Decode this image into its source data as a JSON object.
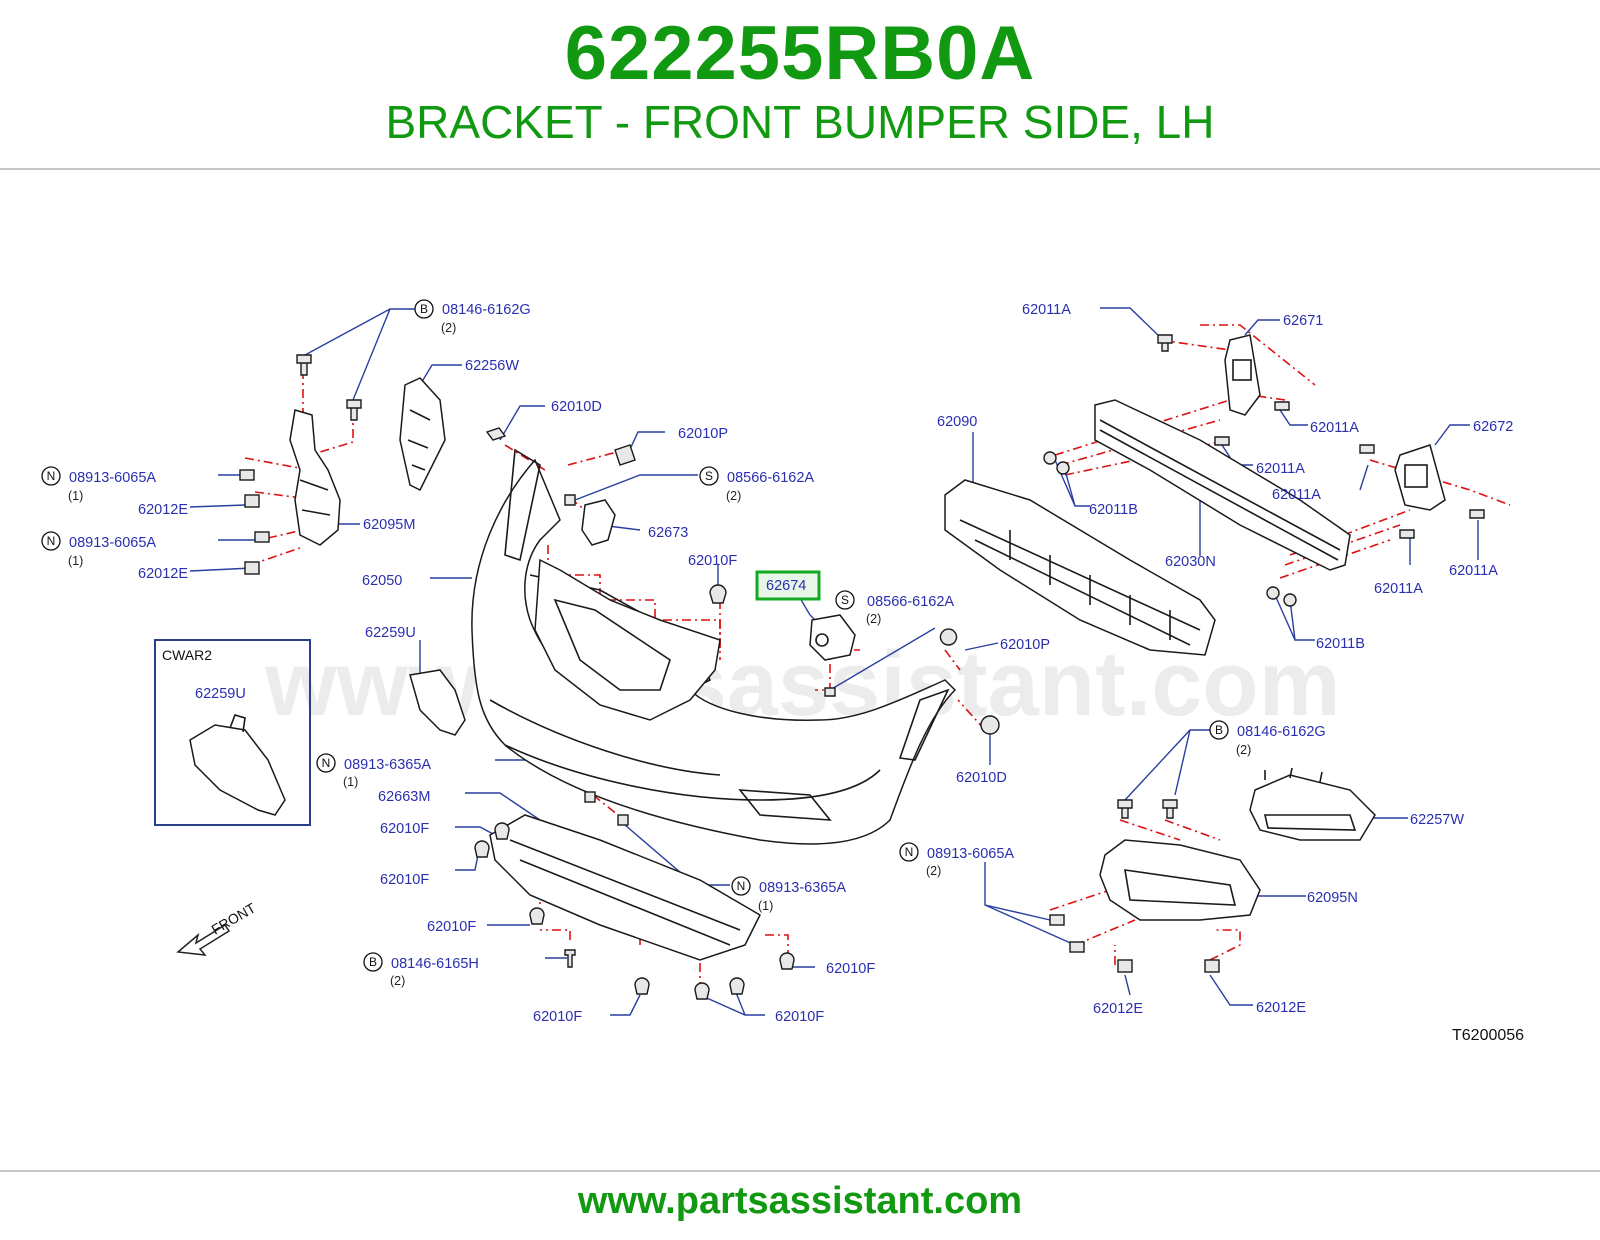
{
  "part_number": "622255RB0A",
  "part_description": "BRACKET - FRONT BUMPER SIDE, LH",
  "footer_url": "www.partsassistant.com",
  "watermark": "www.partsassistant.com",
  "diagram_ref": "T6200056",
  "front_label": "FRONT",
  "inset_label": "CWAR2",
  "highlight_color": "#11aa22",
  "brand_color": "#119911",
  "labels": {
    "l01": "08146-6162G",
    "l02": "62256W",
    "l03": "62010D",
    "l04": "62010P",
    "l05": "08913-6065A",
    "l06": "62012E",
    "l07": "08566-6162A",
    "l08": "62673",
    "l09": "62095M",
    "l10": "08913-6065A",
    "l11": "62012E",
    "l12": "62010F",
    "l13": "62050",
    "l14": "62674",
    "l15": "08566-6162A",
    "l16": "62259U",
    "l17": "62259U",
    "l18": "62010P",
    "l19": "08913-6365A",
    "l20": "62663M",
    "l21": "62010D",
    "l22": "62010F",
    "l23": "62010F",
    "l24": "08913-6365A",
    "l25": "62010F",
    "l26": "08146-6165H",
    "l27": "62010F",
    "l28": "62010F",
    "l29": "62010F",
    "l30": "62011A",
    "l31": "62671",
    "l32": "62090",
    "l33": "62011A",
    "l34": "62672",
    "l35": "62011A",
    "l36": "62011A",
    "l37": "62011B",
    "l38": "62030N",
    "l39": "62011A",
    "l40": "62011A",
    "l41": "62011B",
    "l42": "08146-6162G",
    "l43": "62257W",
    "l44": "08913-6065A",
    "l45": "62095N",
    "l46": "62012E",
    "l47": "62012E"
  },
  "qty": {
    "q01": "(2)",
    "q05": "(1)",
    "q07": "(2)",
    "q10": "(1)",
    "q15": "(2)",
    "q19": "(1)",
    "q24": "(1)",
    "q26": "(2)",
    "q42": "(2)",
    "q44": "(2)"
  },
  "callout_letters": {
    "c01": "B",
    "c05": "N",
    "c07": "S",
    "c10": "N",
    "c15": "S",
    "c19": "N",
    "c24": "N",
    "c26": "B",
    "c42": "B",
    "c44": "N"
  }
}
